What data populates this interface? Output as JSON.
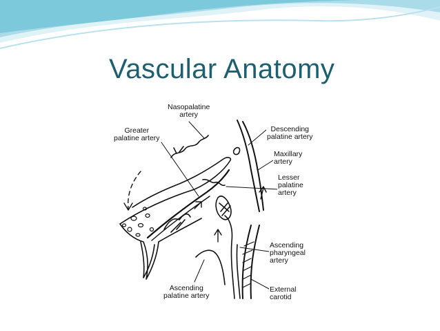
{
  "slide": {
    "title": "Vascular Anatomy",
    "colors": {
      "title": "#1d5f6f",
      "wave_dark": "#7cc9dc",
      "wave_light": "#c9e9f1"
    }
  },
  "figure": {
    "labels": {
      "nasopalatine_1": "Nasopalatine",
      "nasopalatine_2": "artery",
      "greater_palatine_1": "Greater",
      "greater_palatine_2": "palatine artery",
      "descending_palatine_1": "Descending",
      "descending_palatine_2": "palatine artery",
      "maxillary_1": "Maxillary",
      "maxillary_2": "artery",
      "lesser_palatine_1": "Lesser",
      "lesser_palatine_2": "palatine",
      "lesser_palatine_3": "artery",
      "ascending_pharyngeal_1": "Ascending",
      "ascending_pharyngeal_2": "pharyngeal",
      "ascending_pharyngeal_3": "artery",
      "ascending_palatine_1": "Ascending",
      "ascending_palatine_2": "palatine artery",
      "external_carotid_1": "External",
      "external_carotid_2": "carotid"
    }
  }
}
